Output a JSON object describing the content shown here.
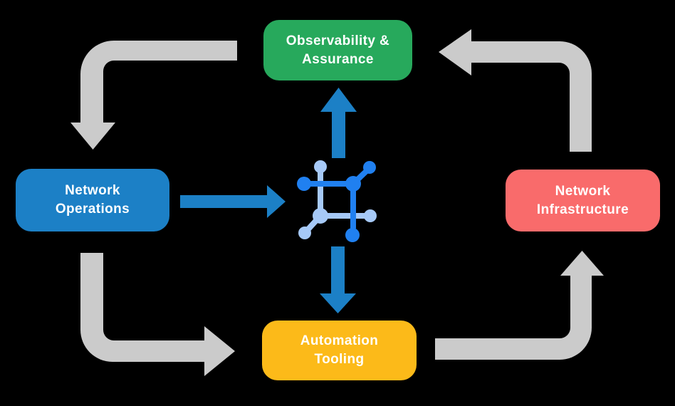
{
  "nodes": {
    "observability": {
      "line1": "Observability &",
      "line2": "Assurance"
    },
    "operations": {
      "line1": "Network",
      "line2": "Operations"
    },
    "infrastructure": {
      "line1": "Network",
      "line2": "Infrastructure"
    },
    "automation": {
      "line1": "Automation",
      "line2": "Tooling"
    }
  },
  "colors": {
    "background": "#000000",
    "observability_green": "#27A95C",
    "operations_blue": "#1C80C6",
    "infrastructure_red": "#F96B6B",
    "automation_yellow": "#FCBA19",
    "cycle_arrow_gray": "#CBCBCB",
    "flow_arrow_blue": "#1C80C6",
    "hub_icon_dark_blue": "#2080F0",
    "hub_icon_light_blue": "#A6C9F7",
    "label_text": "#FFFFFF"
  },
  "icons": {
    "center": "network-hub-icon"
  }
}
